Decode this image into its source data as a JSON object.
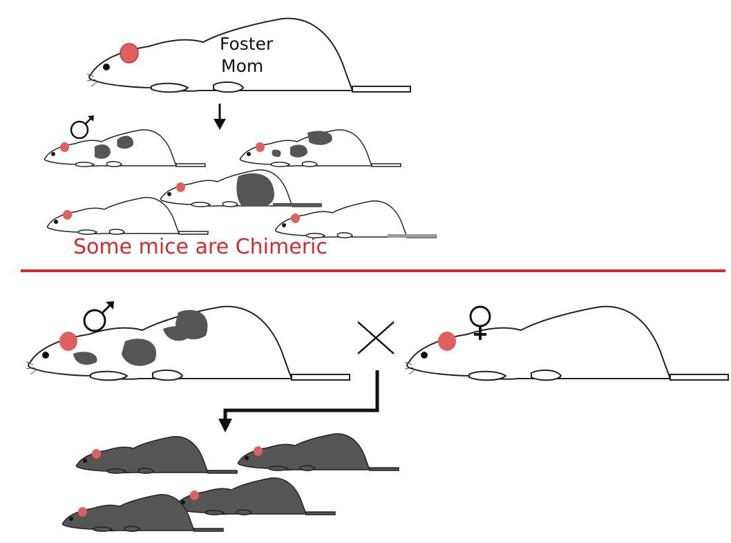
{
  "labels": {
    "foster_line1": "Foster",
    "foster_line2": "Mom",
    "chimeric_note": "Some mice are Chimeric"
  },
  "colors": {
    "divider": "#d42a2a",
    "chimeric_text": "#d42a2a",
    "ear": "#e06060",
    "spot": "#555555",
    "dark_mouse": "#555555",
    "outline": "#222222"
  },
  "icons": {
    "male": "male-symbol-icon",
    "female": "female-symbol-icon",
    "cross": "cross-breeding-icon",
    "arrow": "down-arrow-icon"
  },
  "generations": {
    "litter": {
      "total_pups": 5,
      "chimeric_pups": 3,
      "pups": [
        {
          "coat": "chimeric",
          "sex": "male"
        },
        {
          "coat": "chimeric",
          "sex": ""
        },
        {
          "coat": "white",
          "sex": ""
        },
        {
          "coat": "chimeric",
          "sex": ""
        },
        {
          "coat": "white",
          "sex": ""
        }
      ]
    },
    "cross": {
      "father": {
        "coat": "chimeric",
        "sex": "male"
      },
      "mother": {
        "coat": "white",
        "sex": "female"
      }
    },
    "offspring": {
      "count": 4,
      "coat": "dark"
    }
  }
}
